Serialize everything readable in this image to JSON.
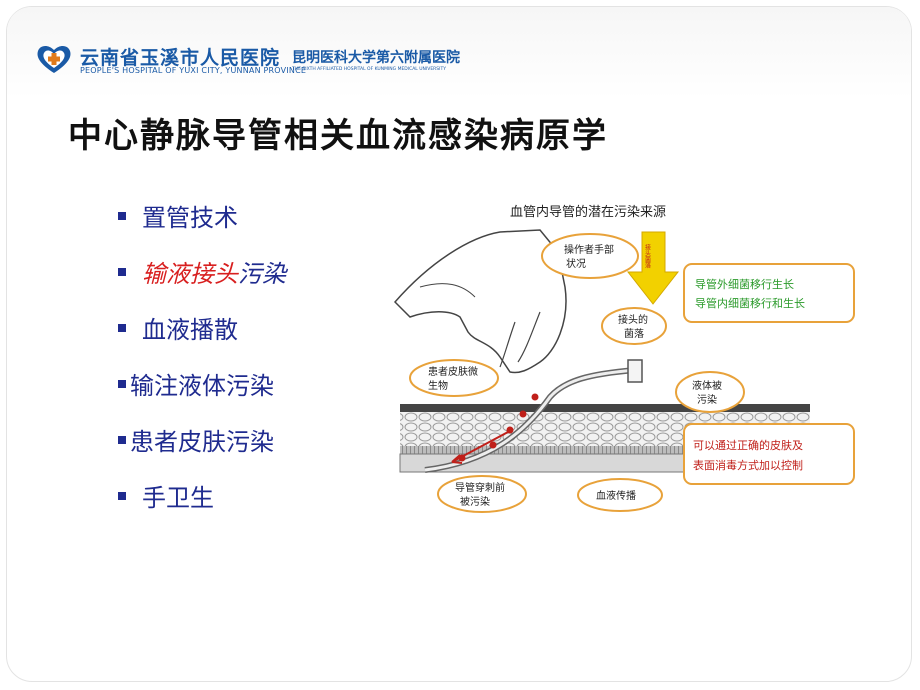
{
  "header": {
    "hospital_cn": "云南省玉溪市人民医院",
    "hospital_en": "PEOPLE'S HOSPITAL OF YUXI CITY, YUNNAN PROVINCE",
    "university_cn": "昆明医科大学第六附属医院",
    "university_en": "THE SIXTH AFFILIATED HOSPITAL OF KUNMING MEDICAL UNIVERSITY"
  },
  "title": "中心静脉导管相关血流感染病原学",
  "bullets": [
    {
      "text": "置管技术"
    },
    {
      "text_red": "输液接头",
      "text_rest": "污染"
    },
    {
      "text": "血液播散"
    },
    {
      "text": "输注液体污染"
    },
    {
      "text": "患者皮肤污染"
    },
    {
      "text": "手卫生"
    }
  ],
  "diagram": {
    "title": "血管内导管的潜在污染来源",
    "labels": {
      "operator_hand_1": "操作者手部",
      "operator_hand_2": "状况",
      "hub_arrow": "接头菌落",
      "hub_colony_1": "接头的",
      "hub_colony_2": "菌落",
      "patient_skin_1": "患者皮肤微",
      "patient_skin_2": "生物",
      "fluid_1": "液体被",
      "fluid_2": "污染",
      "tip_1": "导管穿刺前",
      "tip_2": "被污染",
      "blood": "血液传播"
    },
    "migration_box": [
      "导管外细菌移行生长",
      "导管内细菌移行和生长"
    ],
    "control_box": [
      "可以通过正确的皮肤及",
      "表面消毒方式加以控制"
    ]
  },
  "colors": {
    "title": "#111111",
    "bullet": "#1f2b8f",
    "highlight": "#d81f1f",
    "logo_blue": "#1a5aa6",
    "green_text": "#2a9a2a",
    "red_text": "#c0201a",
    "orange_border": "#e8a23a"
  }
}
